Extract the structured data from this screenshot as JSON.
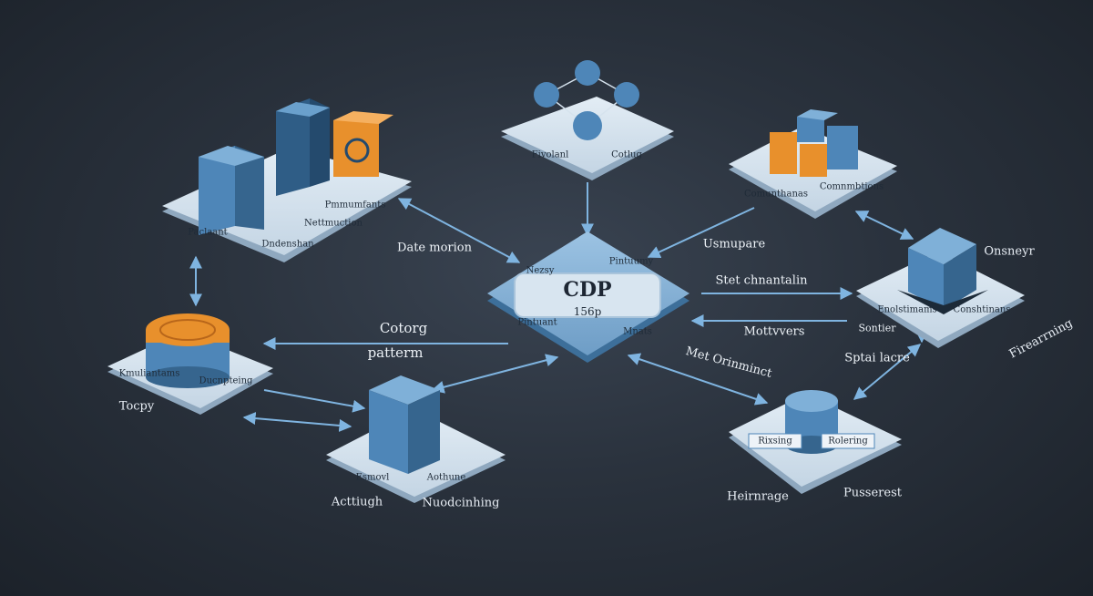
{
  "colors": {
    "background": "#232a33",
    "platform_top": "#d6e3ee",
    "platform_side": "#8fa8bf",
    "cube_blue": "#4e86b8",
    "cube_orange": "#e8902c",
    "arrow": "#7fb4e0"
  },
  "center": {
    "title": "CDP",
    "subtitle": "156p",
    "corner_top_left": "Nezsy",
    "corner_top_right": "Pintuumy",
    "corner_bottom_left": "Pintuant",
    "corner_bottom_right": "Mnats"
  },
  "nodes": {
    "top_left": {
      "label_1": "Paclaant",
      "label_2": "Dndenshan",
      "label_3": "Pmmumfants",
      "label_4": "Nettmuction"
    },
    "top_center": {
      "label_1": "Fivolanl",
      "label_2": "Cotlug"
    },
    "top_right": {
      "label_1": "Comunthanas",
      "label_2": "Comnmbtions"
    },
    "right": {
      "label_1": "Onsneyr",
      "label_2": "Enolstimams",
      "label_3": "Conshtinans",
      "label_4": "Firearrning",
      "label_5": "Sontier"
    },
    "bottom_right": {
      "label_1": "Rixsing",
      "label_2": "Rolering",
      "label_3": "Heirnrage",
      "label_4": "Pusserest"
    },
    "bottom_center": {
      "label_1": "Esmovl",
      "label_2": "Aothune",
      "label_3": "Acttiugh",
      "label_4": "Nuodcinhing"
    },
    "left": {
      "label_1": "Kmuliantams",
      "label_2": "Ducnpteing",
      "label_3": "Tocpy"
    }
  },
  "connectors": {
    "data_morion": "Date morion",
    "unsupere": "Usmupare",
    "stet": "Stet chnantalin",
    "mottvvers": "Mottvvers",
    "cotorg": "Cotorg",
    "pattern": "patterm",
    "met": "Met Orinminct",
    "splat": "Sptai lacre"
  }
}
